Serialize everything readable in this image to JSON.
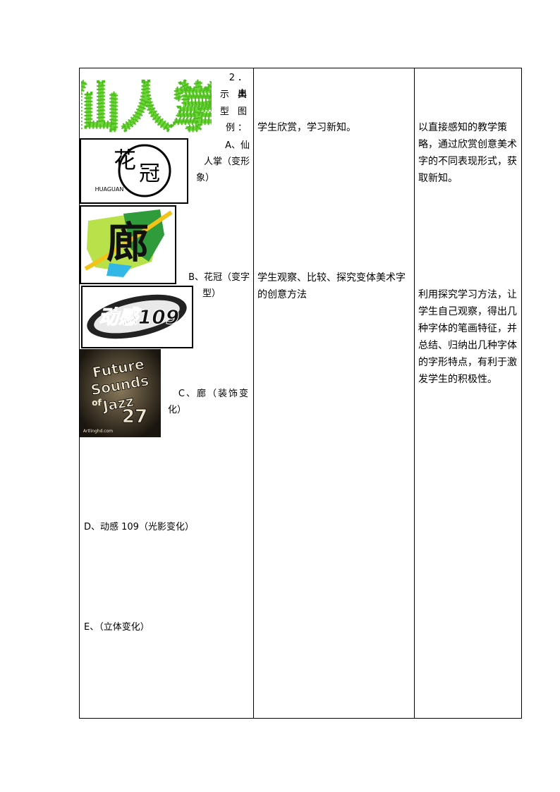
{
  "column1": {
    "heading_lines": [
      "2．出",
      "示 典",
      "型 图",
      "例："
    ],
    "item_a_lines": [
      "A、仙",
      "人掌（变形",
      "象）"
    ],
    "item_b_lines": [
      "B、花冠（变字",
      "型）"
    ],
    "item_c_lines": [
      "C、廊（装饰变",
      "化）"
    ],
    "item_d": "D、动感 109（光影变化）",
    "item_e": "E、（立体变化）",
    "images": {
      "cactus_word": "仙人掌",
      "flower_word_top": "花",
      "flower_word_bottom": "冠",
      "flower_caption": "HUAGUAN",
      "corridor_word": "廊",
      "dynamic_word": "动感109",
      "future_words": [
        "Future",
        "Sounds",
        "of",
        "Jazz",
        "27"
      ],
      "future_caption": "Artlinghd.com"
    }
  },
  "column2": {
    "row1": "学生欣赏，学习新知。",
    "row2_lines": [
      "学生观察、比较、探究变体美术字",
      "的创意方法"
    ]
  },
  "column3": {
    "row1_lines": [
      "以直接感知的教学策",
      "略，通过欣赏创意美术",
      "字的不同表现形式，获",
      "取新知。"
    ],
    "row2_lines": [
      "利用探究学习方法，让",
      "学生自己观察，得出几",
      "种字体的笔画特征，并",
      "总结、归纳出几种字体",
      "的字形特点，有利于激",
      "发学生的积极性。"
    ]
  }
}
